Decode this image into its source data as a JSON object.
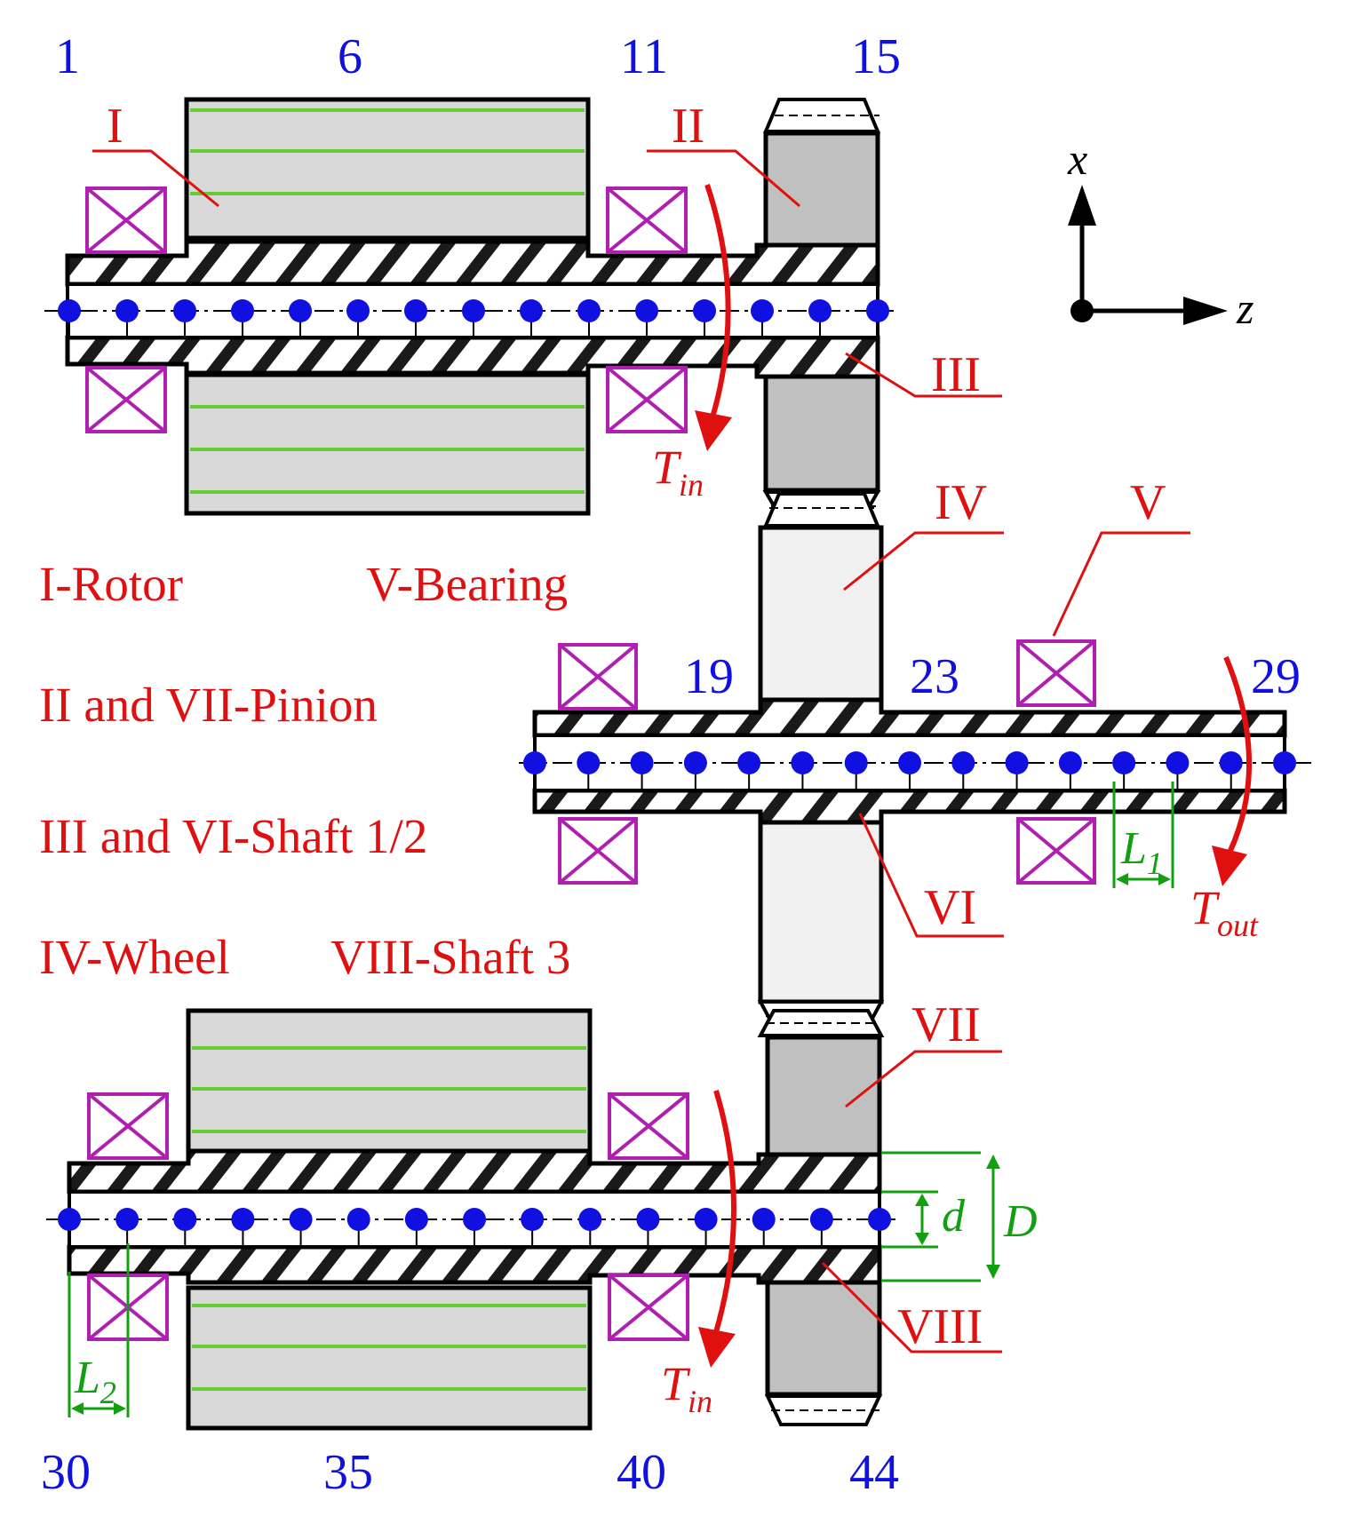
{
  "node_labels": {
    "n1": "1",
    "n6": "6",
    "n11": "11",
    "n15": "15",
    "n19": "19",
    "n23": "23",
    "n29": "29",
    "n30": "30",
    "n35": "35",
    "n40": "40",
    "n44": "44"
  },
  "part_labels": {
    "p1": "I",
    "p2": "II",
    "p3": "III",
    "p4": "IV",
    "p5": "V",
    "p6": "VI",
    "p7": "VII",
    "p8": "VIII"
  },
  "legend": {
    "rotor": "I-Rotor",
    "bearing": "V-Bearing",
    "pinion": "II and VII-Pinion",
    "shaft12": "III and VI-Shaft 1/2",
    "wheel": "IV-Wheel",
    "shaft3": "VIII-Shaft 3"
  },
  "axes": {
    "x": "x",
    "z": "z"
  },
  "dimensions": {
    "d": "d",
    "D": "D",
    "L1": "L",
    "L1_sub": "1",
    "L2": "L",
    "L2_sub": "2"
  },
  "torques": {
    "T": "T",
    "in_sub": "in",
    "out_sub": "out"
  },
  "colors": {
    "node": "#1010e0",
    "label": "#e01010",
    "dimension": "#12a012",
    "bearing": "#b020b0",
    "rotor_line": "#66cc33",
    "rotor_fill": "#d8d8d8",
    "pinion_fill": "#c0c0c0",
    "wheel_fill": "#f0f0f0"
  }
}
